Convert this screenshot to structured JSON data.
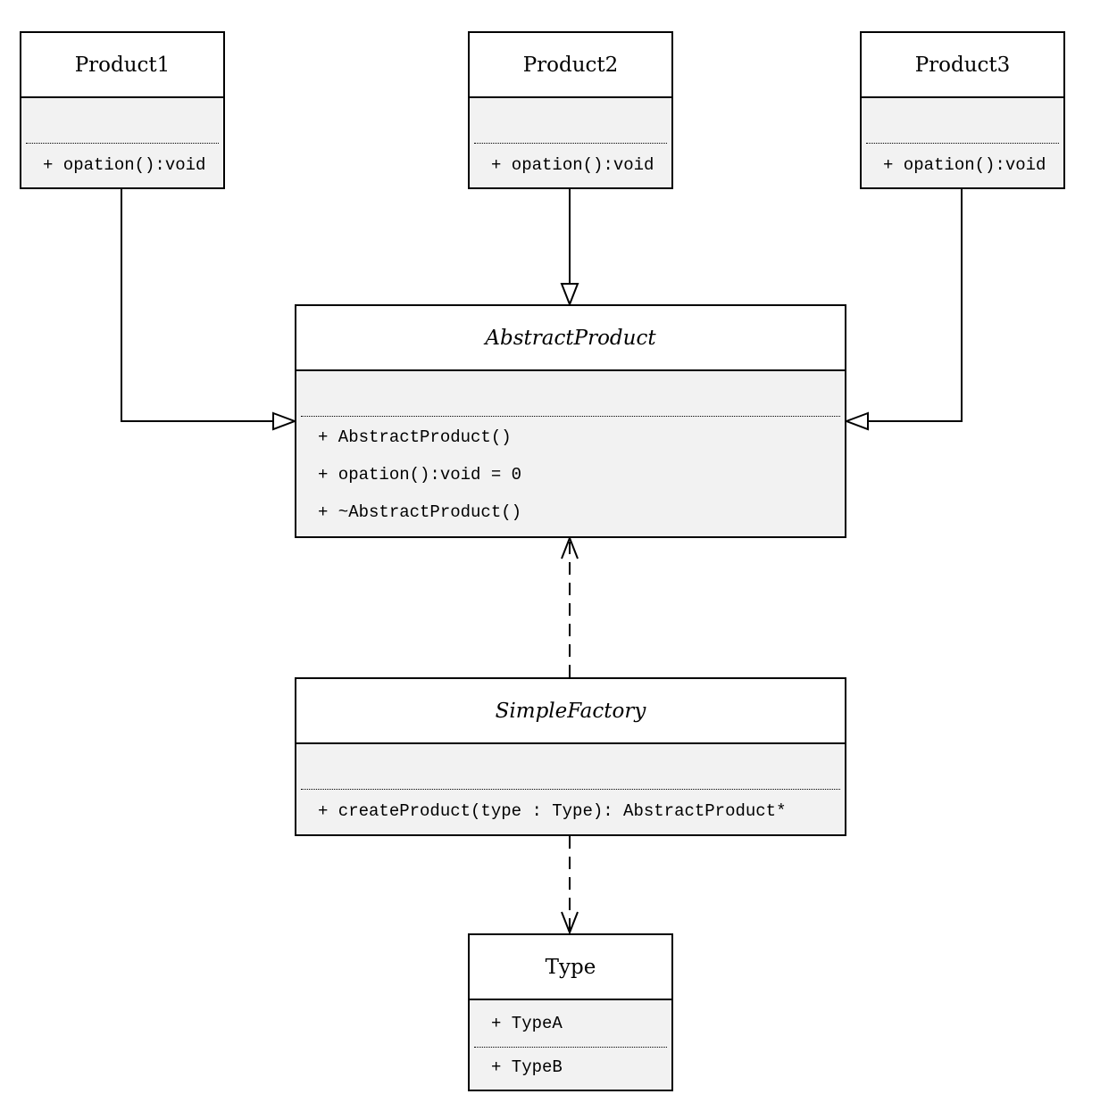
{
  "classes": {
    "product1": {
      "name": "Product1",
      "operations": [
        "+ opation():void"
      ]
    },
    "product2": {
      "name": "Product2",
      "operations": [
        "+ opation():void"
      ]
    },
    "product3": {
      "name": "Product3",
      "operations": [
        "+ opation():void"
      ]
    },
    "abstract_product": {
      "name": "AbstractProduct",
      "operations": [
        "+ AbstractProduct()",
        "+ opation():void = 0",
        "+ ~AbstractProduct()"
      ]
    },
    "simple_factory": {
      "name": "SimpleFactory",
      "operations": [
        "+ createProduct(type : Type): AbstractProduct*"
      ]
    },
    "type": {
      "name": "Type",
      "attributes": [
        "+ TypeA"
      ],
      "operations": [
        "+ TypeB"
      ]
    }
  }
}
